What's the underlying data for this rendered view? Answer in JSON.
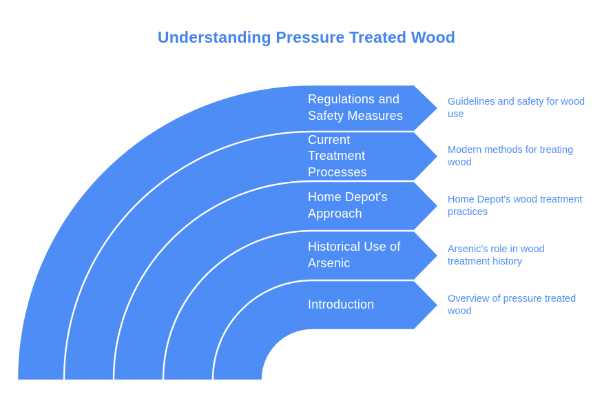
{
  "title": "Understanding Pressure Treated Wood",
  "colors": {
    "band": "#4e8df5",
    "title": "#4583ee",
    "description": "#4e8df5",
    "label_text": "#ffffff",
    "separator": "#ffffff",
    "background": "#ffffff"
  },
  "funnel": {
    "items": [
      {
        "label_lines": [
          "Regulations and",
          "Safety Measures"
        ],
        "description_lines": [
          "Guidelines and safety for wood",
          "use"
        ]
      },
      {
        "label_lines": [
          "Current",
          "Treatment",
          "Processes"
        ],
        "description_lines": [
          "Modern methods for treating",
          "wood"
        ]
      },
      {
        "label_lines": [
          "Home Depot's",
          "Approach"
        ],
        "description_lines": [
          "Home Depot's wood treatment",
          "practices"
        ]
      },
      {
        "label_lines": [
          "Historical Use of",
          "Arsenic"
        ],
        "description_lines": [
          "Arsenic's role in wood",
          "treatment history"
        ]
      },
      {
        "label_lines": [
          "Introduction"
        ],
        "description_lines": [
          "Overview of pressure treated",
          "wood"
        ]
      }
    ]
  }
}
